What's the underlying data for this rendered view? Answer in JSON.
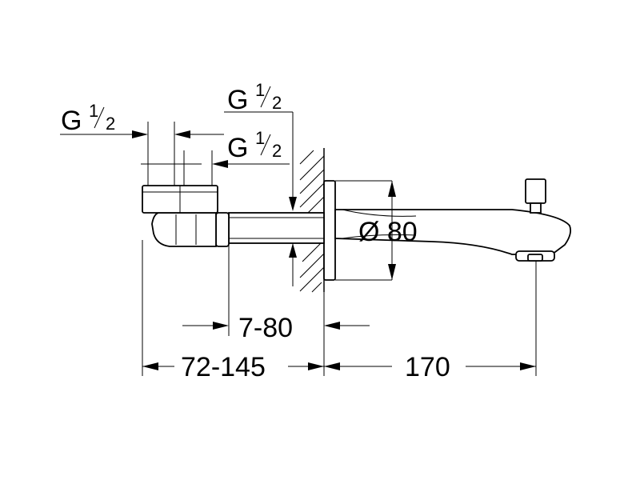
{
  "labels": {
    "thread_left": {
      "g": "G",
      "num": "1",
      "den": "2"
    },
    "thread_top": {
      "g": "G",
      "num": "1",
      "den": "2"
    },
    "thread_mid": {
      "g": "G",
      "num": "1",
      "den": "2"
    },
    "diameter": "Ø 80",
    "depth_adjust": "7-80",
    "mount_length": "72-145",
    "spout_length": "170"
  }
}
